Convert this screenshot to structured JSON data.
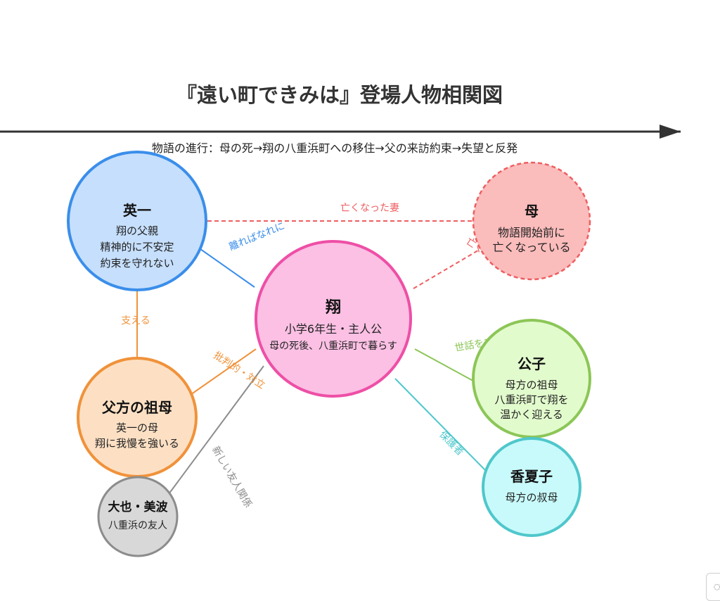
{
  "title": "『遠い町できみは』登場人物相関図",
  "timeline": "物語の進行：母の死→翔の八重浜町への移住→父の来訪約束→失望と反発",
  "colors": {
    "arrow": "#333333",
    "eiichi": "#3a8eea",
    "mother": "#ee5e60",
    "sho": "#ee4fa6",
    "grandmother_paternal": "#f0923a",
    "kimiko": "#8cc657",
    "kanako": "#4fc7cb",
    "friends": "#8c8c8c"
  },
  "nodes": {
    "eiichi": {
      "name": "英一",
      "lines": [
        "翔の父親",
        "精神的に不安定",
        "約束を守れない"
      ]
    },
    "mother": {
      "name": "母",
      "lines": [
        "物語開始前に",
        "亡くなっている"
      ]
    },
    "sho": {
      "name": "翔",
      "lines": [
        "小学6年生・主人公",
        "母の死後、八重浜町で暮らす"
      ]
    },
    "grandmother_paternal": {
      "name": "父方の祖母",
      "lines": [
        "英一の母",
        "翔に我慢を強いる"
      ]
    },
    "kimiko": {
      "name": "公子",
      "lines": [
        "母方の祖母",
        "八重浜町で翔を",
        "温かく迎える"
      ]
    },
    "kanako": {
      "name": "香夏子",
      "lines": [
        "母方の叔母"
      ]
    },
    "friends": {
      "name": "大也・美波",
      "lines": [
        "八重浜の友人"
      ]
    }
  },
  "edges": {
    "wife": "亡くなった妻",
    "separated": "離ればなれに",
    "lost_mother": "亡くなった母",
    "supports": "支える",
    "critical": "批判的・対立",
    "cares": "世話をする",
    "guardian": "保護者",
    "new_friends": "新しい友人関係"
  }
}
